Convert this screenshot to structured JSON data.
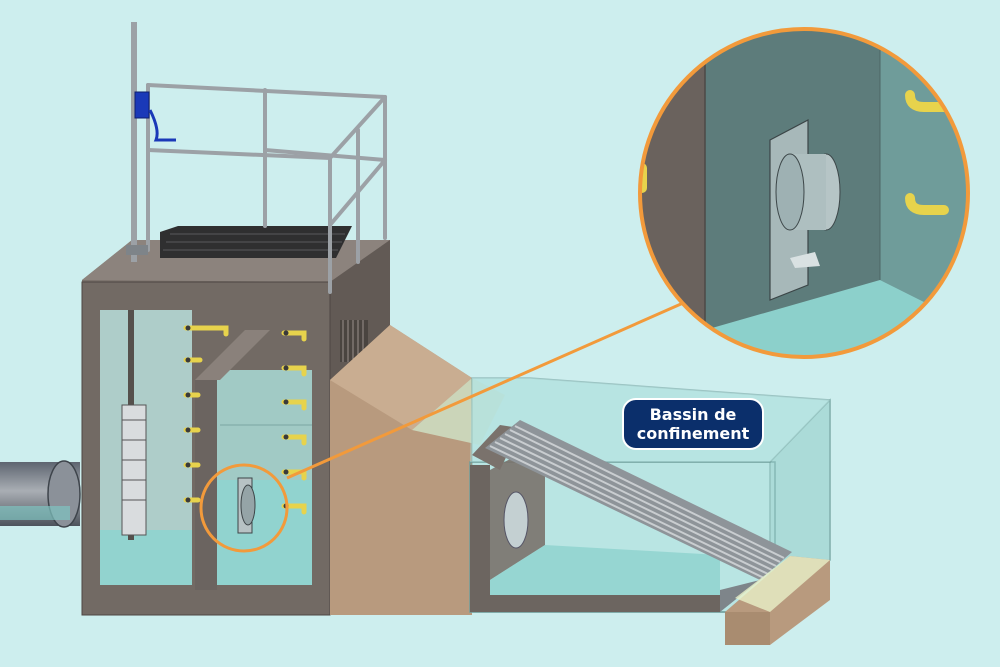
{
  "diagram": {
    "callout_label": {
      "line1": "Bassin de",
      "line2": "confinement"
    },
    "colors": {
      "background": "#cdeeee",
      "concrete": "#6f6762",
      "concrete_dark": "#5a534f",
      "water": "#8fd4cf",
      "soil": "#b89a7e",
      "rungs": "#e7d34c",
      "callout_ring": "#f29a3b",
      "label_bg": "#0b2f6b",
      "actuator": "#1a39b8"
    },
    "components": [
      "inlet-pipe",
      "gate-valve-chamber",
      "flow-control-chamber",
      "orifice-plate",
      "access-ladder",
      "safety-railing",
      "grating",
      "earth-embankment",
      "confinement-basin",
      "sloped-grate-ramp",
      "detail-zoom-callout"
    ]
  }
}
